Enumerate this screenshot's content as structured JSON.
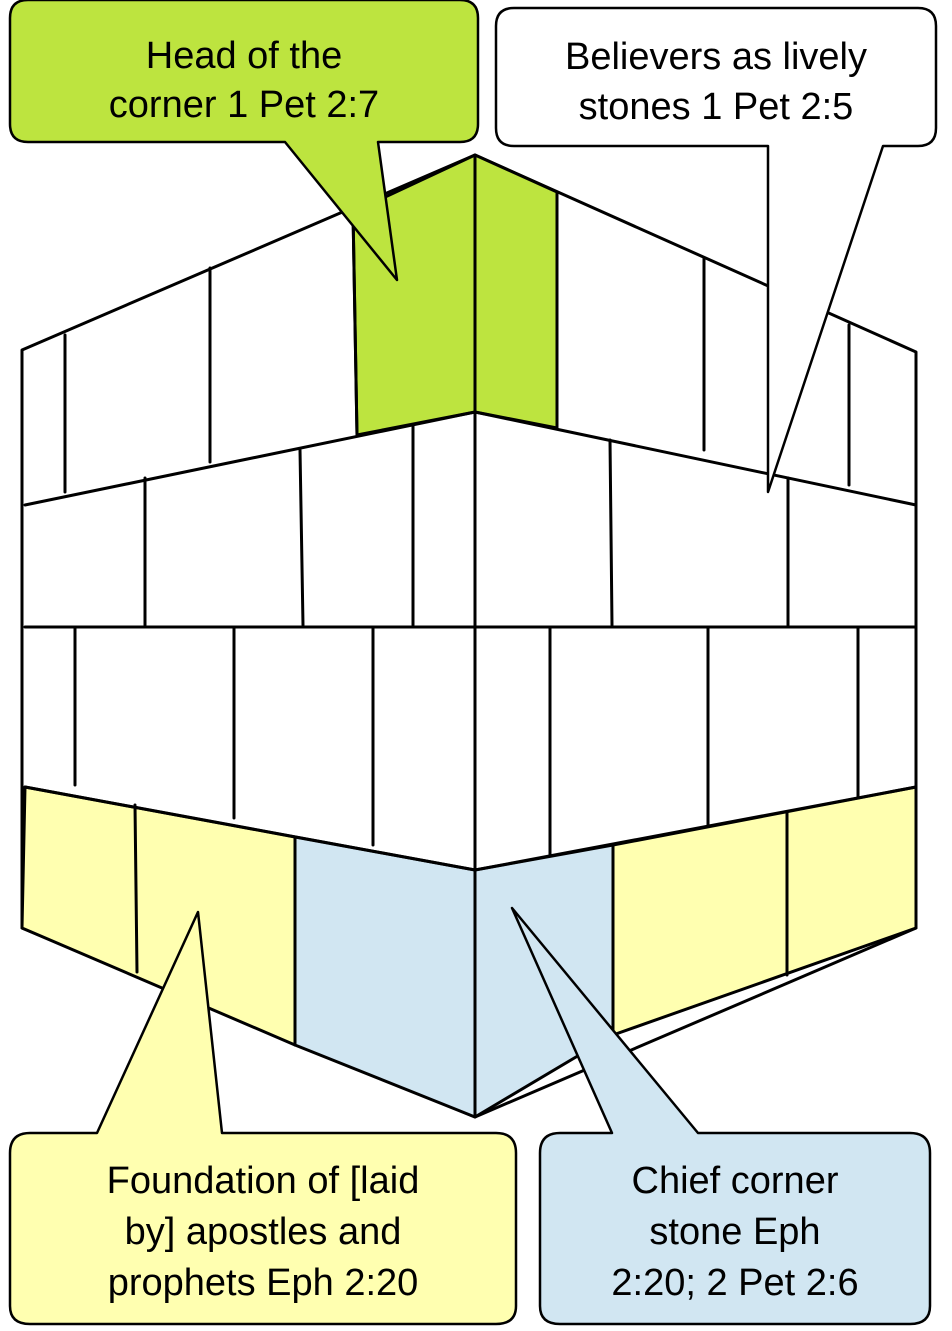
{
  "colors": {
    "head_fill": "#bde43f",
    "foundation_fill": "#ffffb0",
    "chief_fill": "#d1e6f2",
    "wall_fill": "#ffffff",
    "stroke": "#000000"
  },
  "callouts": {
    "head": {
      "lines": [
        "Head of the",
        "corner 1 Pet 2:7"
      ]
    },
    "believers": {
      "lines": [
        "Believers as lively",
        "stones 1 Pet 2:5"
      ]
    },
    "foundation": {
      "lines": [
        "Foundation of [laid",
        "by] apostles and",
        "prophets Eph 2:20"
      ]
    },
    "chief": {
      "lines": [
        "Chief corner",
        "stone Eph",
        "2:20; 2 Pet 2:6"
      ]
    }
  }
}
